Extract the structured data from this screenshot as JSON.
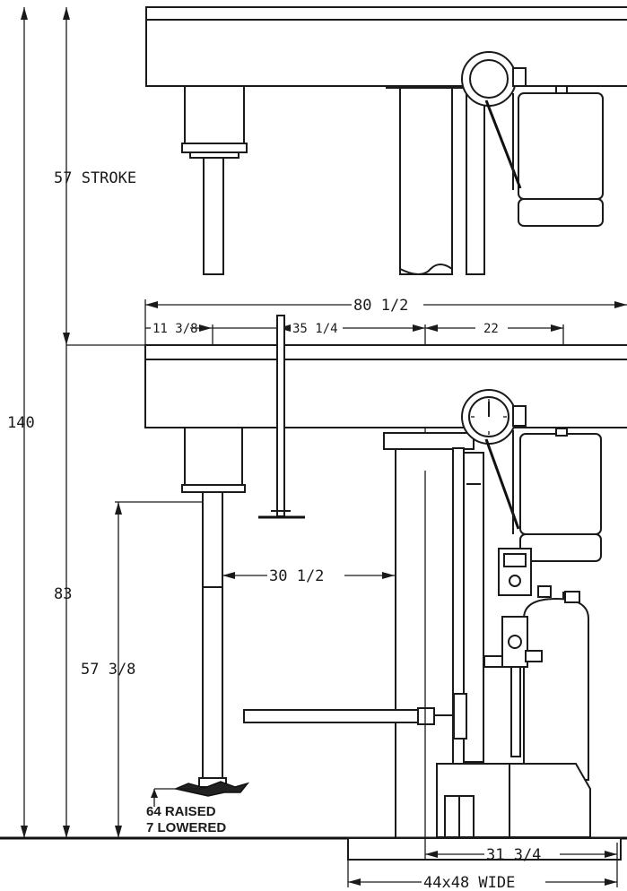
{
  "dimensions": {
    "stroke": "57 STROKE",
    "overall_height": "140",
    "lower_height": "83",
    "shaft_height": "57 3/8",
    "total_width": "80 1/2",
    "left_offset": "11 3/8",
    "middle_span": "35 1/4",
    "right_span": "22",
    "reach": "30 1/2",
    "base_offset": "31 3/4",
    "base_size": "44x48 WIDE"
  },
  "notes": {
    "raised": "64 RAISED",
    "lowered": "7 LOWERED"
  }
}
